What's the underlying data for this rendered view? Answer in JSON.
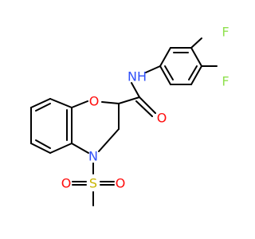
{
  "colors": {
    "bond": "#000000",
    "oxygen": "#ff0d0d",
    "nitrogen": "#3050f8",
    "fluorine": "#90e050",
    "sulfur": "#c8b400"
  },
  "atoms": {
    "f_top": "F",
    "f_mid": "F",
    "nh": "NH",
    "o_carbonyl": "O",
    "o_ring": "O",
    "n_ring": "N",
    "s": "S",
    "o_s_left": "O",
    "o_s_right": "O"
  }
}
